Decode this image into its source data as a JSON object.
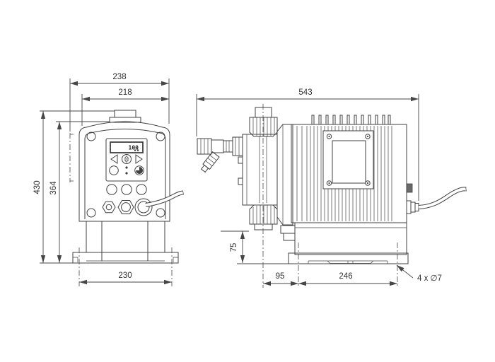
{
  "dimensions": {
    "front_width_total": "238",
    "front_cover_width": "218",
    "total_height": "430",
    "cover_height": "364",
    "front_foot_spacing": "230",
    "total_length": "543",
    "valve_clearance": "75",
    "head_to_foot_hole": "95",
    "foot_hole_spacing": "246",
    "mounting_holes": "4 x ∅7"
  },
  "display": {
    "value": "100"
  },
  "colors": {
    "line": "#404040",
    "text": "#303030",
    "background": "#ffffff"
  }
}
